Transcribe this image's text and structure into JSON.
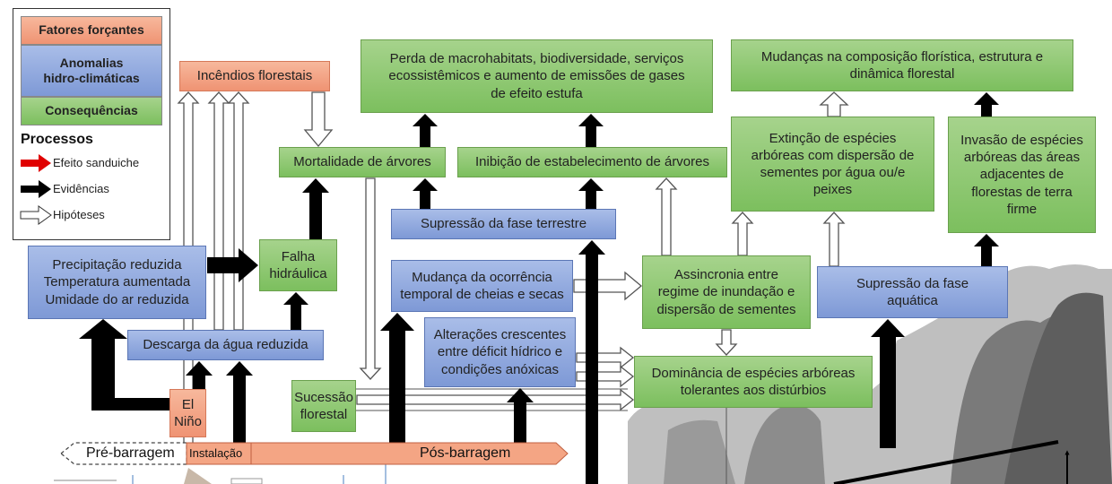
{
  "legend": {
    "forcing": "Fatores forçantes",
    "anomalies": "Anomalias\nhidro-climáticas",
    "consequences": "Consequências",
    "processes_title": "Processos",
    "sandwich": "Efeito sanduiche",
    "evidence": "Evidências",
    "hypotheses": "Hipóteses"
  },
  "colors": {
    "forcing": "#f4a584",
    "anomaly": "#8fa9df",
    "consequence": "#8cc970",
    "sandwich_arrow": "#e00000",
    "evidence_arrow": "#000000",
    "hypothesis_arrow": "#ffffff"
  },
  "boxes": {
    "fires": "Incêndios florestais",
    "loss": "Perda de macrohabitats, biodiversidade, serviços\necossistêmicos e aumento de emissões de gases\nde efeito estufa",
    "composition": "Mudanças na composição florística, estrutura e\ndinâmica florestal",
    "mortality": "Mortalidade de árvores",
    "inhibition": "Inibição de estabelecimento de árvores",
    "extinction": "Extinção de espécies\narbóreas com dispersão de\nsementes por água ou/e\npeixes",
    "invasion": "Invasão de espécies\narbóreas das áreas\nadjacentes de\nflorestas de terra\nfirme",
    "terrestrial": "Supressão da fase terrestre",
    "climate": "Precipitação reduzida\nTemperatura aumentada\nUmidade do ar reduzida",
    "hydraulic": "Falha\nhidráulica",
    "flood_timing": "Mudança da ocorrência\ntemporal de cheias e secas",
    "asynchrony": "Assincronia entre\nregime de inundação e\ndispersão de sementes",
    "aquatic": "Supressão da fase\naquática",
    "discharge": "Descarga da água reduzida",
    "deficit": "Alterações crescentes\nentre déficit hídrico e\ncondições anóxicas",
    "dominance": "Dominância de espécies arbóreas\ntolerantes aos distúrbios",
    "elnino": "El\nNiño",
    "succession": "Sucessão\nflorestal"
  },
  "timeline": {
    "pre": "Pré-barragem",
    "installation": "Instalação",
    "post": "Pós-barragem"
  }
}
